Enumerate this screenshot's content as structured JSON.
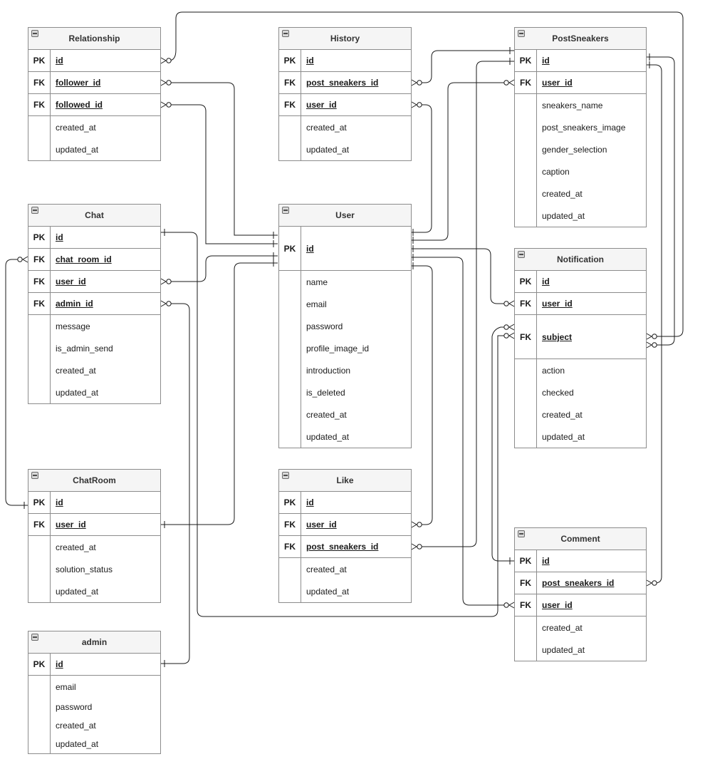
{
  "tables": {
    "relationship": {
      "name": "Relationship",
      "rows": [
        {
          "key": "PK",
          "field": "id"
        },
        {
          "key": "FK",
          "field": "follower_id"
        },
        {
          "key": "FK",
          "field": "followed_id"
        },
        {
          "key": "",
          "field": "created_at"
        },
        {
          "key": "",
          "field": "updated_at"
        }
      ]
    },
    "history": {
      "name": "History",
      "rows": [
        {
          "key": "PK",
          "field": "id"
        },
        {
          "key": "FK",
          "field": "post_sneakers_id"
        },
        {
          "key": "FK",
          "field": "user_id"
        },
        {
          "key": "",
          "field": "created_at"
        },
        {
          "key": "",
          "field": "updated_at"
        }
      ]
    },
    "postsneakers": {
      "name": "PostSneakers",
      "rows": [
        {
          "key": "PK",
          "field": "id"
        },
        {
          "key": "FK",
          "field": "user_id"
        },
        {
          "key": "",
          "field": "sneakers_name"
        },
        {
          "key": "",
          "field": "post_sneakers_image"
        },
        {
          "key": "",
          "field": "gender_selection"
        },
        {
          "key": "",
          "field": "caption"
        },
        {
          "key": "",
          "field": "created_at"
        },
        {
          "key": "",
          "field": "updated_at"
        }
      ]
    },
    "chat": {
      "name": "Chat",
      "rows": [
        {
          "key": "PK",
          "field": "id"
        },
        {
          "key": "FK",
          "field": "chat_room_id"
        },
        {
          "key": "FK",
          "field": "user_id"
        },
        {
          "key": "FK",
          "field": "admin_id"
        },
        {
          "key": "",
          "field": "message"
        },
        {
          "key": "",
          "field": "is_admin_send"
        },
        {
          "key": "",
          "field": "created_at"
        },
        {
          "key": "",
          "field": "updated_at"
        }
      ]
    },
    "user": {
      "name": "User",
      "rows": [
        {
          "key": "PK",
          "field": "id"
        },
        {
          "key": "",
          "field": "name"
        },
        {
          "key": "",
          "field": "email"
        },
        {
          "key": "",
          "field": "password"
        },
        {
          "key": "",
          "field": "profile_image_id"
        },
        {
          "key": "",
          "field": "introduction"
        },
        {
          "key": "",
          "field": "is_deleted"
        },
        {
          "key": "",
          "field": "created_at"
        },
        {
          "key": "",
          "field": "updated_at"
        }
      ]
    },
    "notification": {
      "name": "Notification",
      "rows": [
        {
          "key": "PK",
          "field": "id"
        },
        {
          "key": "FK",
          "field": "user_id"
        },
        {
          "key": "FK",
          "field": "subject"
        },
        {
          "key": "",
          "field": "action"
        },
        {
          "key": "",
          "field": "checked"
        },
        {
          "key": "",
          "field": "created_at"
        },
        {
          "key": "",
          "field": "updated_at"
        }
      ]
    },
    "chatroom": {
      "name": "ChatRoom",
      "rows": [
        {
          "key": "PK",
          "field": "id"
        },
        {
          "key": "FK",
          "field": "user_id"
        },
        {
          "key": "",
          "field": "created_at"
        },
        {
          "key": "",
          "field": "solution_status"
        },
        {
          "key": "",
          "field": "updated_at"
        }
      ]
    },
    "like": {
      "name": "Like",
      "rows": [
        {
          "key": "PK",
          "field": "id"
        },
        {
          "key": "FK",
          "field": "user_id"
        },
        {
          "key": "FK",
          "field": "post_sneakers_id"
        },
        {
          "key": "",
          "field": "created_at"
        },
        {
          "key": "",
          "field": "updated_at"
        }
      ]
    },
    "comment": {
      "name": "Comment",
      "rows": [
        {
          "key": "PK",
          "field": "id"
        },
        {
          "key": "FK",
          "field": "post_sneakers_id"
        },
        {
          "key": "FK",
          "field": "user_id"
        },
        {
          "key": "",
          "field": "created_at"
        },
        {
          "key": "",
          "field": "updated_at"
        }
      ]
    },
    "admin": {
      "name": "admin",
      "rows": [
        {
          "key": "PK",
          "field": "id"
        },
        {
          "key": "",
          "field": "email"
        },
        {
          "key": "",
          "field": "password"
        },
        {
          "key": "",
          "field": "created_at"
        },
        {
          "key": "",
          "field": "updated_at"
        }
      ]
    }
  }
}
